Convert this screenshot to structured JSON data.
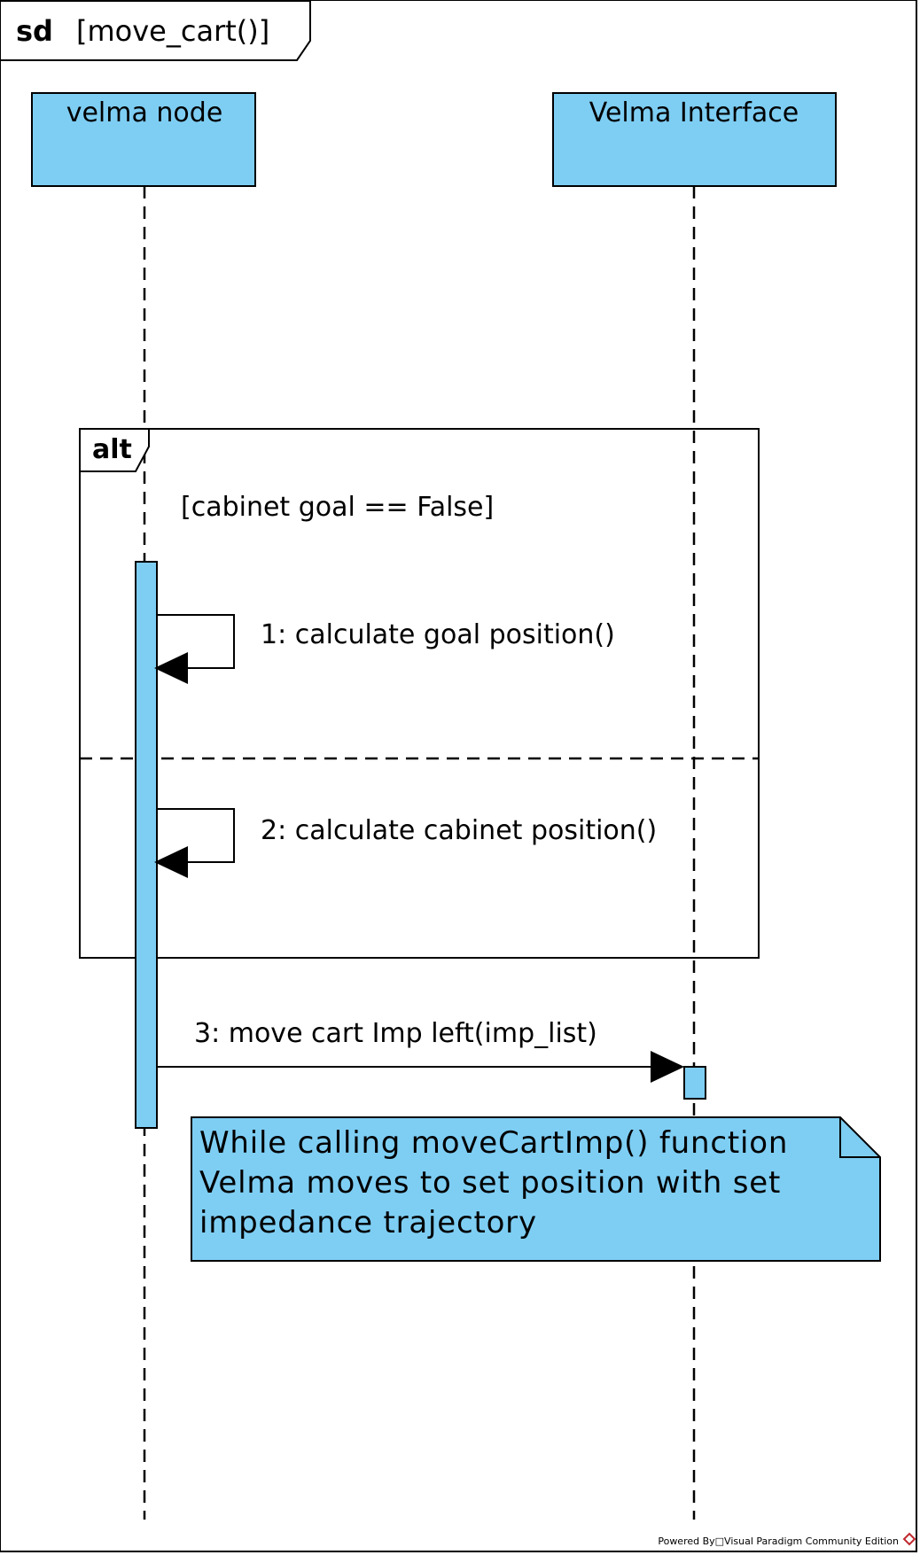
{
  "frame": {
    "keyword": "sd",
    "name": "[move_cart()]"
  },
  "lifelines": [
    {
      "name": "velma node"
    },
    {
      "name": "Velma Interface"
    }
  ],
  "fragment": {
    "operator": "alt",
    "guard": "[cabinet goal == False]"
  },
  "messages": [
    {
      "label": "1: calculate goal position()"
    },
    {
      "label": "2: calculate cabinet position()"
    },
    {
      "label": "3: move cart Imp left(imp_list)"
    }
  ],
  "note": {
    "lines": [
      "While calling moveCartImp() function",
      "Velma moves to set position with set",
      "impedance trajectory"
    ]
  },
  "footer": {
    "text": "Powered By□Visual Paradigm Community Edition"
  },
  "colors": {
    "fill": "#7ecef4",
    "stroke": "#000000",
    "footer_text": "#666666",
    "brand_mark": "#c0282d"
  }
}
